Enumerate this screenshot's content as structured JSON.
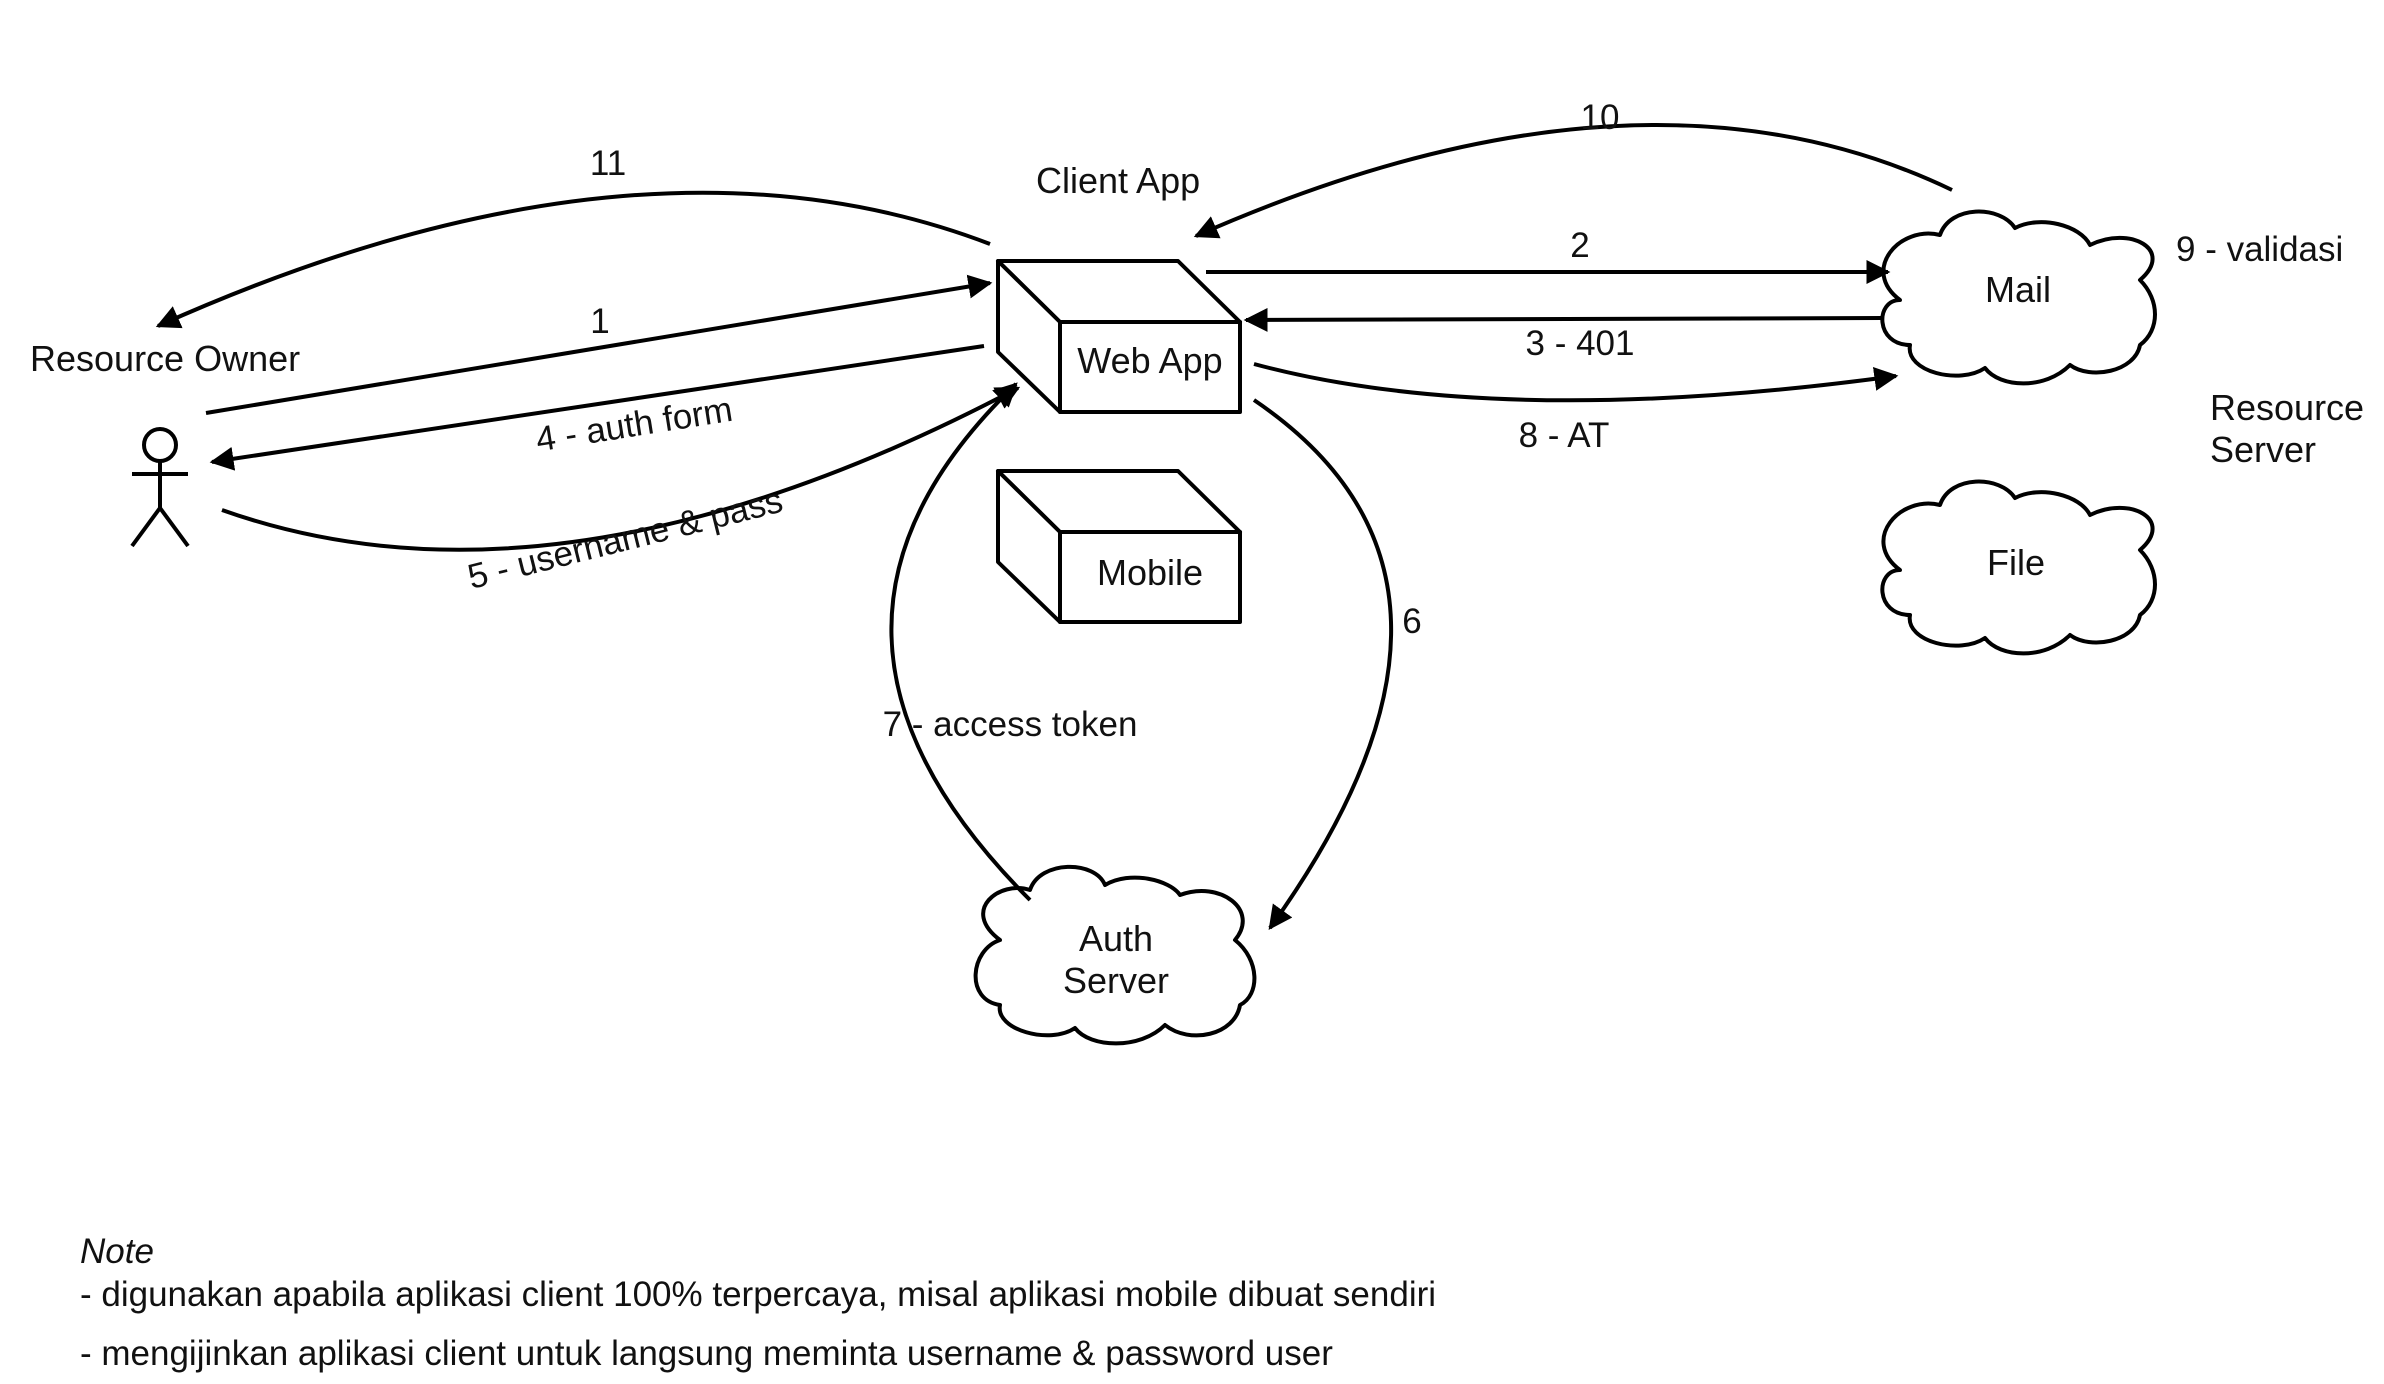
{
  "nodes": {
    "resource_owner": "Resource Owner",
    "client_app": "Client App",
    "web_app": "Web App",
    "mobile": "Mobile",
    "mail": "Mail",
    "file": "File",
    "resource_server_line1": "Resource",
    "resource_server_line2": "Server",
    "auth_server_line1": "Auth",
    "auth_server_line2": "Server"
  },
  "edges": {
    "e1": "1",
    "e2": "2",
    "e3": "3 - 401",
    "e4": "4 - auth form",
    "e5": "5 - username & pass",
    "e6": "6",
    "e7": "7 - access token",
    "e8": "8 - AT",
    "e9": "9 - validasi",
    "e10": "10",
    "e11": "11"
  },
  "note": {
    "title": "Note",
    "line1": "- digunakan apabila aplikasi client 100% terpercaya, misal aplikasi mobile dibuat sendiri",
    "line2": "- mengijinkan aplikasi client untuk langsung meminta username & password user"
  }
}
